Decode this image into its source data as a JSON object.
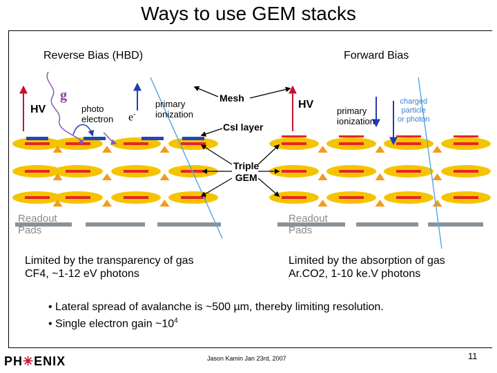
{
  "title": "Ways to use GEM stacks",
  "left": {
    "heading": "Reverse Bias (HBD)",
    "hv": "HV",
    "gamma": "g",
    "photo": "photo",
    "electron": "electron",
    "e_minus": "e",
    "primary": "primary",
    "ionization": "ionization",
    "readout_1": "Readout",
    "readout_2": "Pads",
    "limit_1": "Limited by the transparency of gas",
    "limit_2": "CF4, ~1-12 eV photons"
  },
  "center": {
    "mesh": "Mesh",
    "csi": "CsI layer",
    "triple_1": "Triple",
    "triple_2": "GEM"
  },
  "right": {
    "heading": "Forward Bias",
    "hv": "HV",
    "primary": "primary",
    "ionization": "ionization",
    "charged_1": "charged",
    "charged_2": "particle",
    "charged_3": "or photon",
    "readout_1": "Readout",
    "readout_2": "Pads",
    "limit_1": "Limited by the absorption of gas",
    "limit_2": "Ar.CO2, 1-10 ke.V photons"
  },
  "bullets": {
    "b1": "• Lateral spread of avalanche is ~500 µm, thereby limiting resolution.",
    "b2_pre": "• Single electron gain ~10",
    "b2_sup": "4"
  },
  "footer": {
    "author": "Jason Kamin Jan 23rd, 2007",
    "page": "11",
    "logo_a": "PH",
    "logo_b": "ENIX"
  },
  "colors": {
    "ellipse": "#f5c400",
    "bar": "#e8232a",
    "pad": "#8a9298",
    "arrow_blue": "#1f3fb0",
    "arrow_red": "#c8102e",
    "photon": "#8a5ab8",
    "track": "#5aa9e6",
    "triangle": "#f59a1c"
  }
}
